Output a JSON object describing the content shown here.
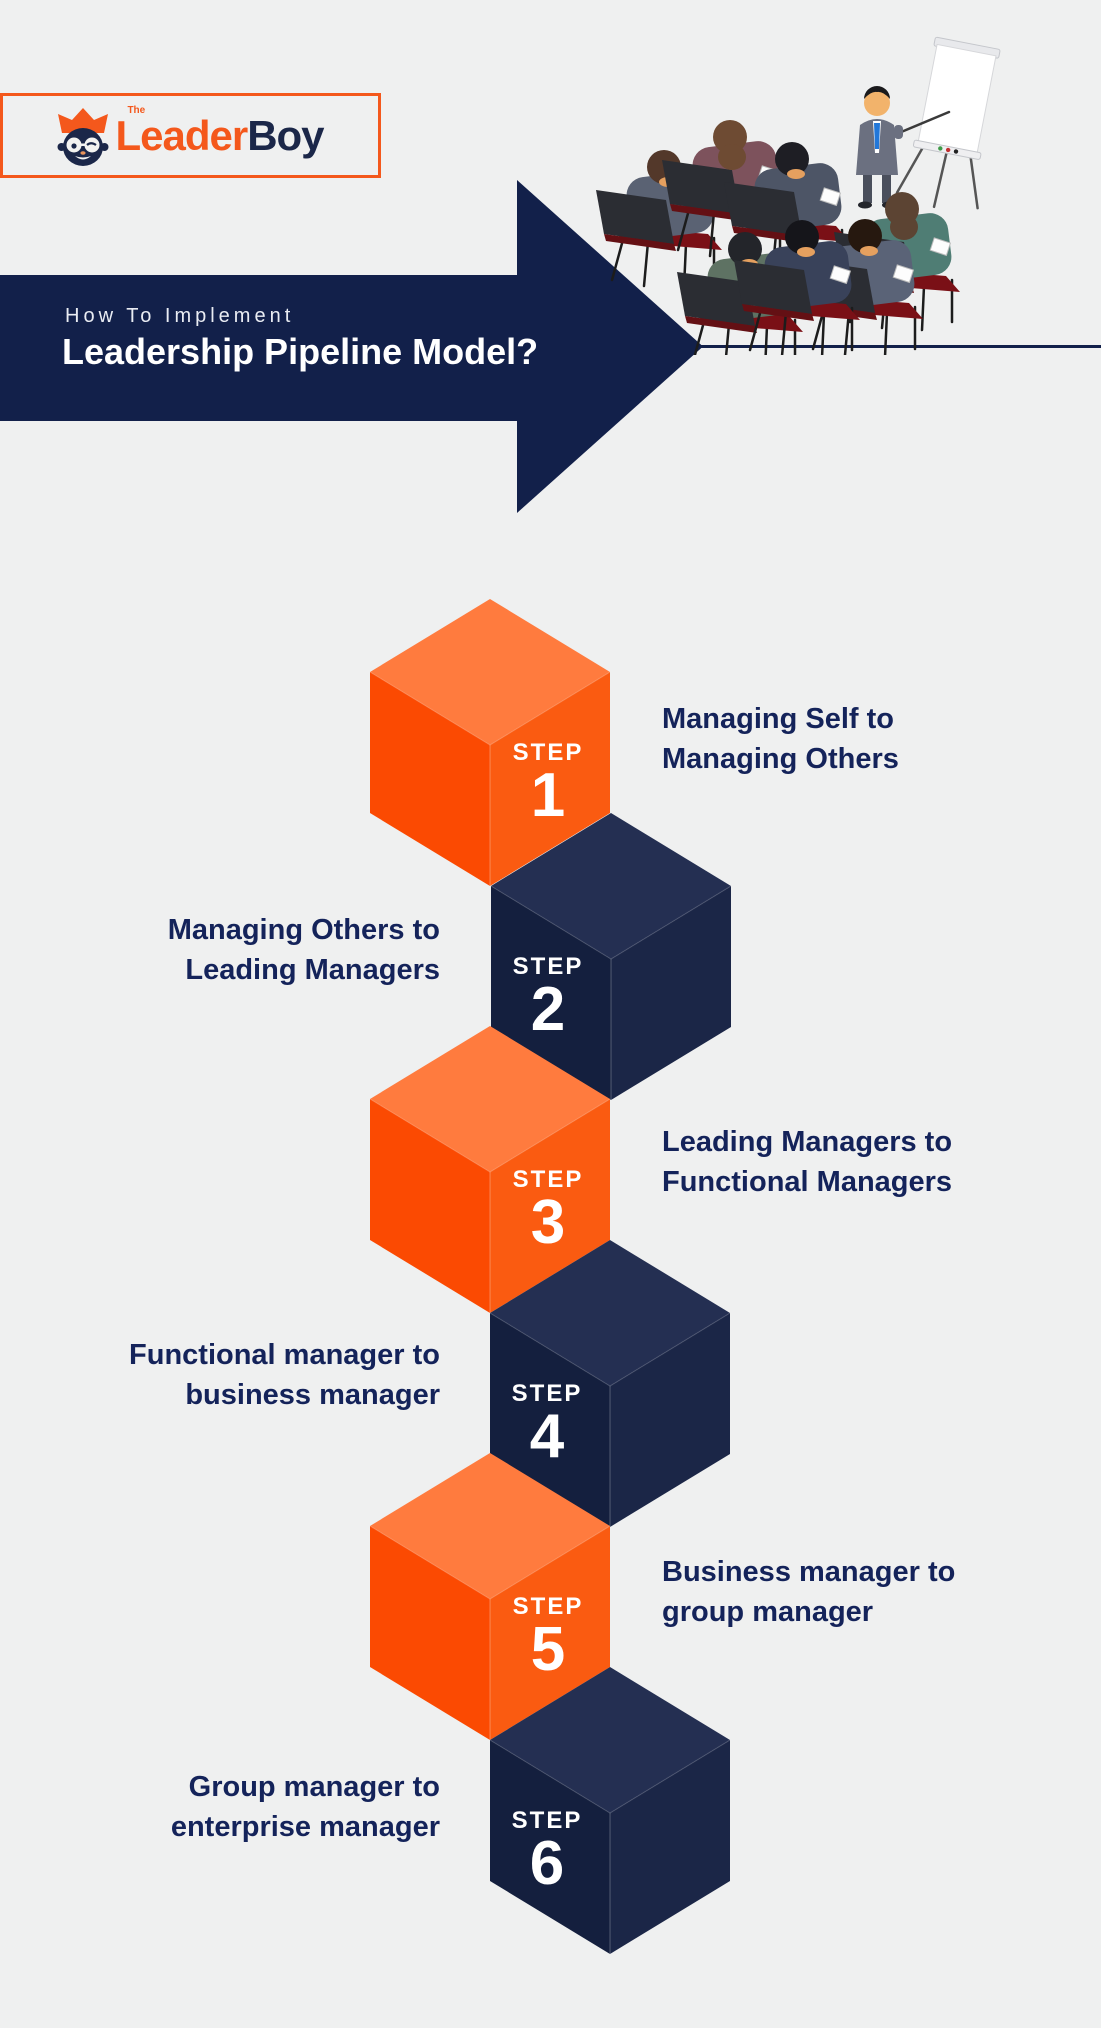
{
  "palette": {
    "page_bg": "#EFF0F0",
    "navy": "#12204A",
    "navy_text": "#1B2749",
    "label_navy": "#14235A",
    "orange": "#F4581C",
    "cube_orange_top": "#FF7B3E",
    "cube_orange_left": "#FB4A02",
    "cube_orange_right": "#FA5B11",
    "cube_navy_top": "#242F52",
    "cube_navy_left": "#141F3E",
    "cube_navy_right": "#1B2647",
    "white": "#FFFFFF"
  },
  "logo": {
    "the": "The",
    "leader": "Leader",
    "boy": "Boy",
    "icon": "crowned-boy-face-icon"
  },
  "banner": {
    "kicker": "How To Implement",
    "title": "Leadership Pipeline Model?"
  },
  "illustration": {
    "name": "classroom-presentation-scene",
    "elements": [
      "presenter-with-pointer",
      "flipchart-easel",
      "audience-on-chairs"
    ]
  },
  "steps": [
    {
      "step_word": "STEP",
      "number": "1",
      "color": "orange",
      "label_side": "right",
      "label_line1": "Managing Self to",
      "label_line2": "Managing Others"
    },
    {
      "step_word": "STEP",
      "number": "2",
      "color": "navy",
      "label_side": "left",
      "label_line1": "Managing Others to",
      "label_line2": "Leading Managers"
    },
    {
      "step_word": "STEP",
      "number": "3",
      "color": "orange",
      "label_side": "right",
      "label_line1": "Leading Managers to",
      "label_line2": "Functional Managers"
    },
    {
      "step_word": "STEP",
      "number": "4",
      "color": "navy",
      "label_side": "left",
      "label_line1": "Functional manager to",
      "label_line2": "business manager"
    },
    {
      "step_word": "STEP",
      "number": "5",
      "color": "orange",
      "label_side": "right",
      "label_line1": "Business manager to",
      "label_line2": "group manager"
    },
    {
      "step_word": "STEP",
      "number": "6",
      "color": "navy",
      "label_side": "left",
      "label_line1": "Group manager to",
      "label_line2": "enterprise manager"
    }
  ]
}
